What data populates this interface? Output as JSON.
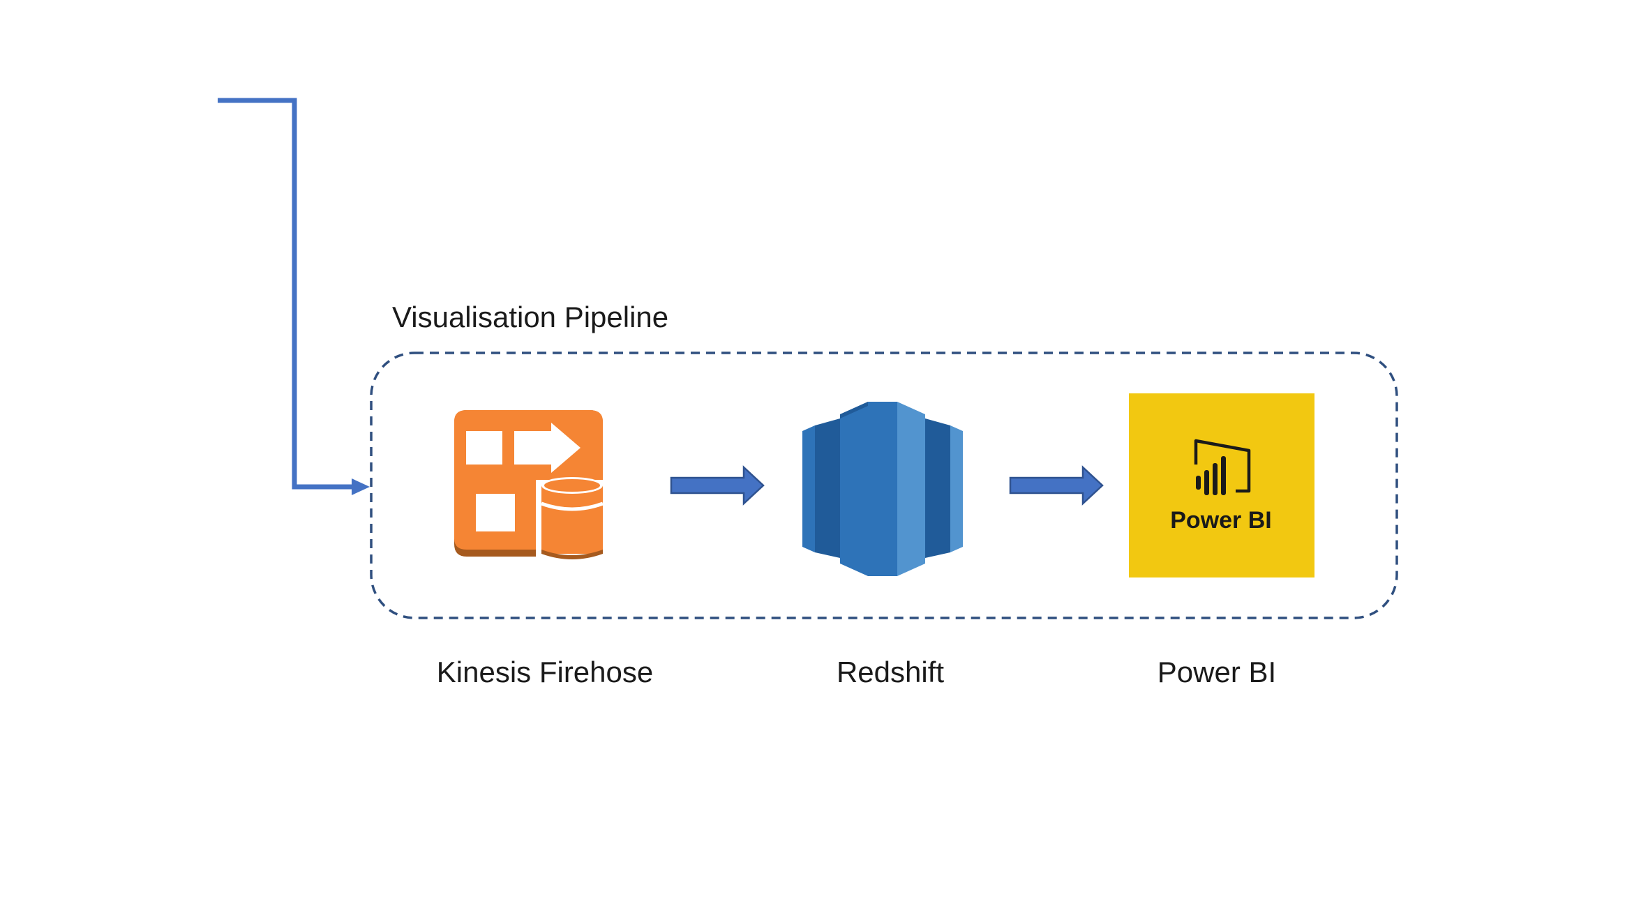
{
  "group": {
    "title": "Visualisation Pipeline"
  },
  "nodes": [
    {
      "id": "firehose",
      "label": "Kinesis Firehose",
      "icon": "kinesis-firehose-icon",
      "color": "#F58534"
    },
    {
      "id": "redshift",
      "label": "Redshift",
      "icon": "redshift-icon",
      "color": "#2E73B8"
    },
    {
      "id": "powerbi",
      "label": "Power BI",
      "icon": "power-bi-icon",
      "color": "#F2C811",
      "logo_text": "Power BI"
    }
  ],
  "edges": [
    {
      "from": "incoming",
      "to": "visualisation-pipeline"
    },
    {
      "from": "firehose",
      "to": "redshift"
    },
    {
      "from": "redshift",
      "to": "powerbi"
    }
  ],
  "colors": {
    "connector": "#4472C4",
    "arrow_outline": "#2F528F",
    "group_border": "#2F4F7F"
  }
}
